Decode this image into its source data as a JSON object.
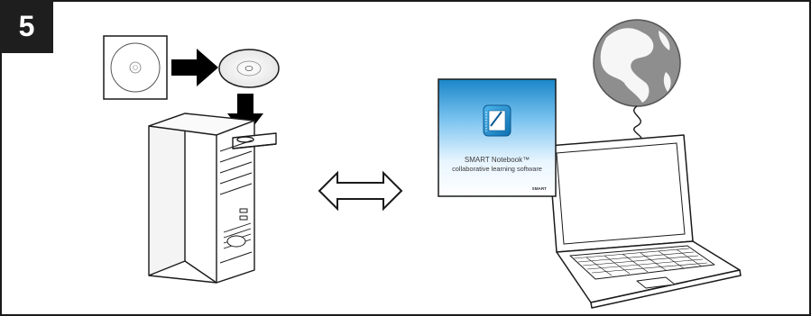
{
  "step": {
    "number": "5"
  },
  "software_box": {
    "title": "SMART Notebook™",
    "subtitle": "collaborative learning software",
    "brand": "SMART"
  },
  "icons": {
    "cd_case": "cd-case-icon",
    "cd_disc": "cd-disc-icon",
    "insert_arrow": "arrow-right-icon",
    "down_arrow": "arrow-down-icon",
    "desktop_tower": "desktop-computer-icon",
    "transfer_arrow": "double-arrow-icon",
    "globe": "globe-icon",
    "laptop": "laptop-icon",
    "notebook_app": "smart-notebook-logo-icon"
  },
  "colors": {
    "line": "#1a1a1a",
    "badge": "#1e1e1e",
    "globe": "#8a8a8a",
    "box_blue_top": "#1d8fd0",
    "box_blue_light": "#dcefff"
  }
}
